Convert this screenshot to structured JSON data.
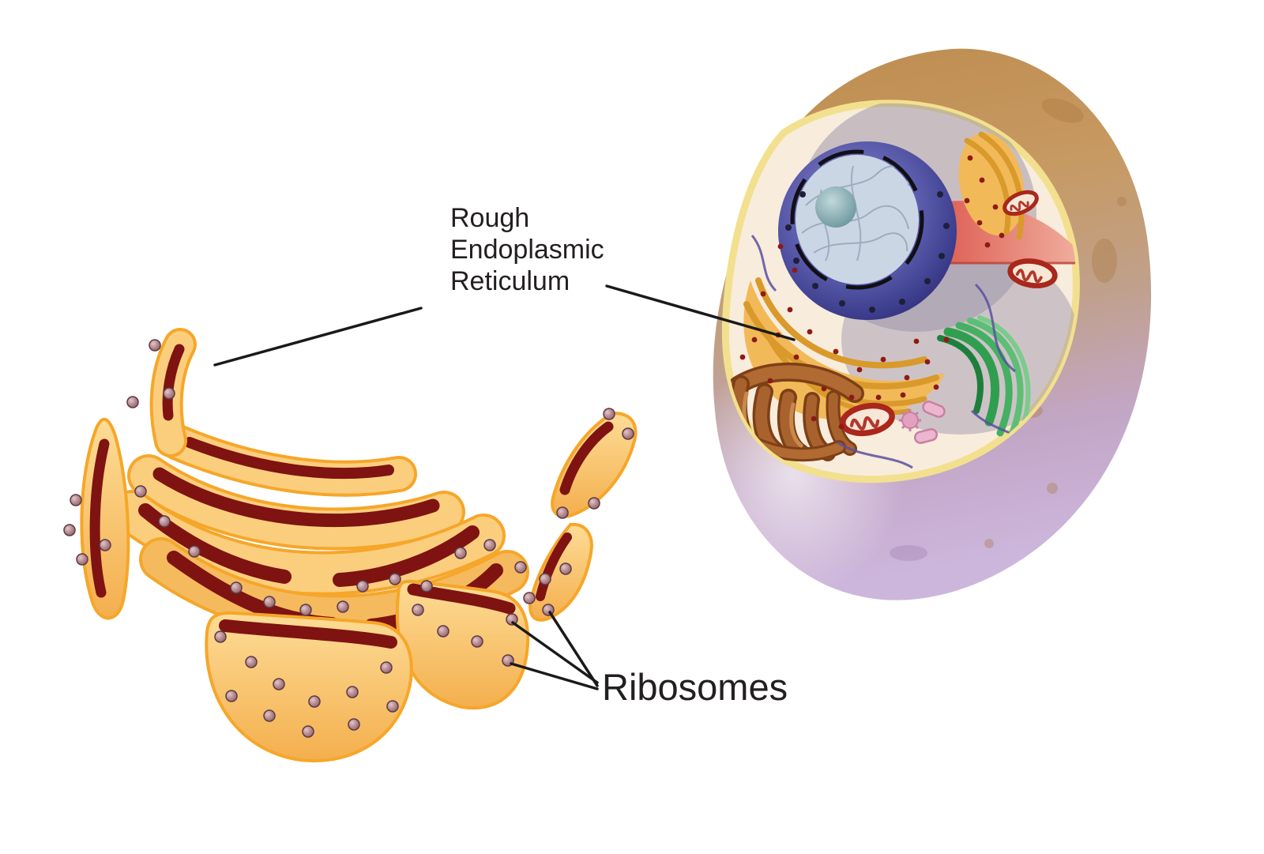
{
  "figure": {
    "type": "biology-diagram",
    "subject": "Rough Endoplasmic Reticulum and Ribosomes within an animal cell",
    "labels": {
      "rough_er": {
        "line1": "Rough",
        "line2": "Endoplasmic",
        "line3": "Reticulum"
      },
      "ribosomes": "Ribosomes"
    },
    "colors": {
      "background": "#FFFFFF",
      "label_text": "#231F20",
      "leader_line": "#1A1A1A",
      "er_membrane": "#FBCE7E",
      "er_outline": "#F6A629",
      "er_lumen": "#7E1311",
      "ribosome": "#9B6B74",
      "cell_top": "#C08A50",
      "cell_bottom": "#C9B1D8",
      "cytoplasm": "#F8ECDC",
      "cell_membrane_cut": "#F2E08E",
      "cut_plane": "#DD5447",
      "nucleus": "#3A3A85",
      "nucleoplasm": "#CBD6E4",
      "nucleolus": "#6E979D",
      "golgi": "#45B061",
      "mitochondrion": "#A9271B",
      "smooth_er_tubules": "#A8622E",
      "cell_ribosome_dots": "#8E1A15"
    }
  }
}
